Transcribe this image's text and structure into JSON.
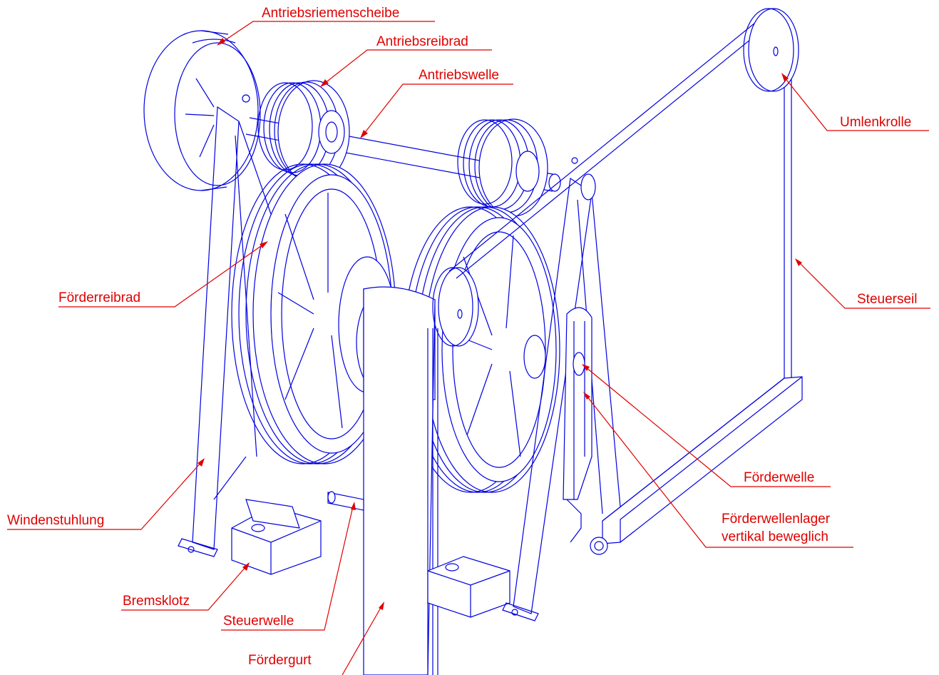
{
  "colors": {
    "drawing": "#0000e0",
    "label": "#e00000",
    "background": "#ffffff"
  },
  "labels": {
    "antriebsriemenscheibe": "Antriebsriemenscheibe",
    "antriebsreibrad": "Antriebsreibrad",
    "antriebswelle": "Antriebswelle",
    "umlenkrolle": "Umlenkrolle",
    "foerderreibrad": "Förderreibrad",
    "steuerseil": "Steuerseil",
    "foerderwelle": "Förderwelle",
    "foerderwellenlager_line1": "Förderwellenlager",
    "foerderwellenlager_line2": "vertikal beweglich",
    "windenstuhlung": "Windenstuhlung",
    "bremsklotz": "Bremsklotz",
    "steuerwelle": "Steuerwelle",
    "foerdergurt": "Fördergurt"
  }
}
